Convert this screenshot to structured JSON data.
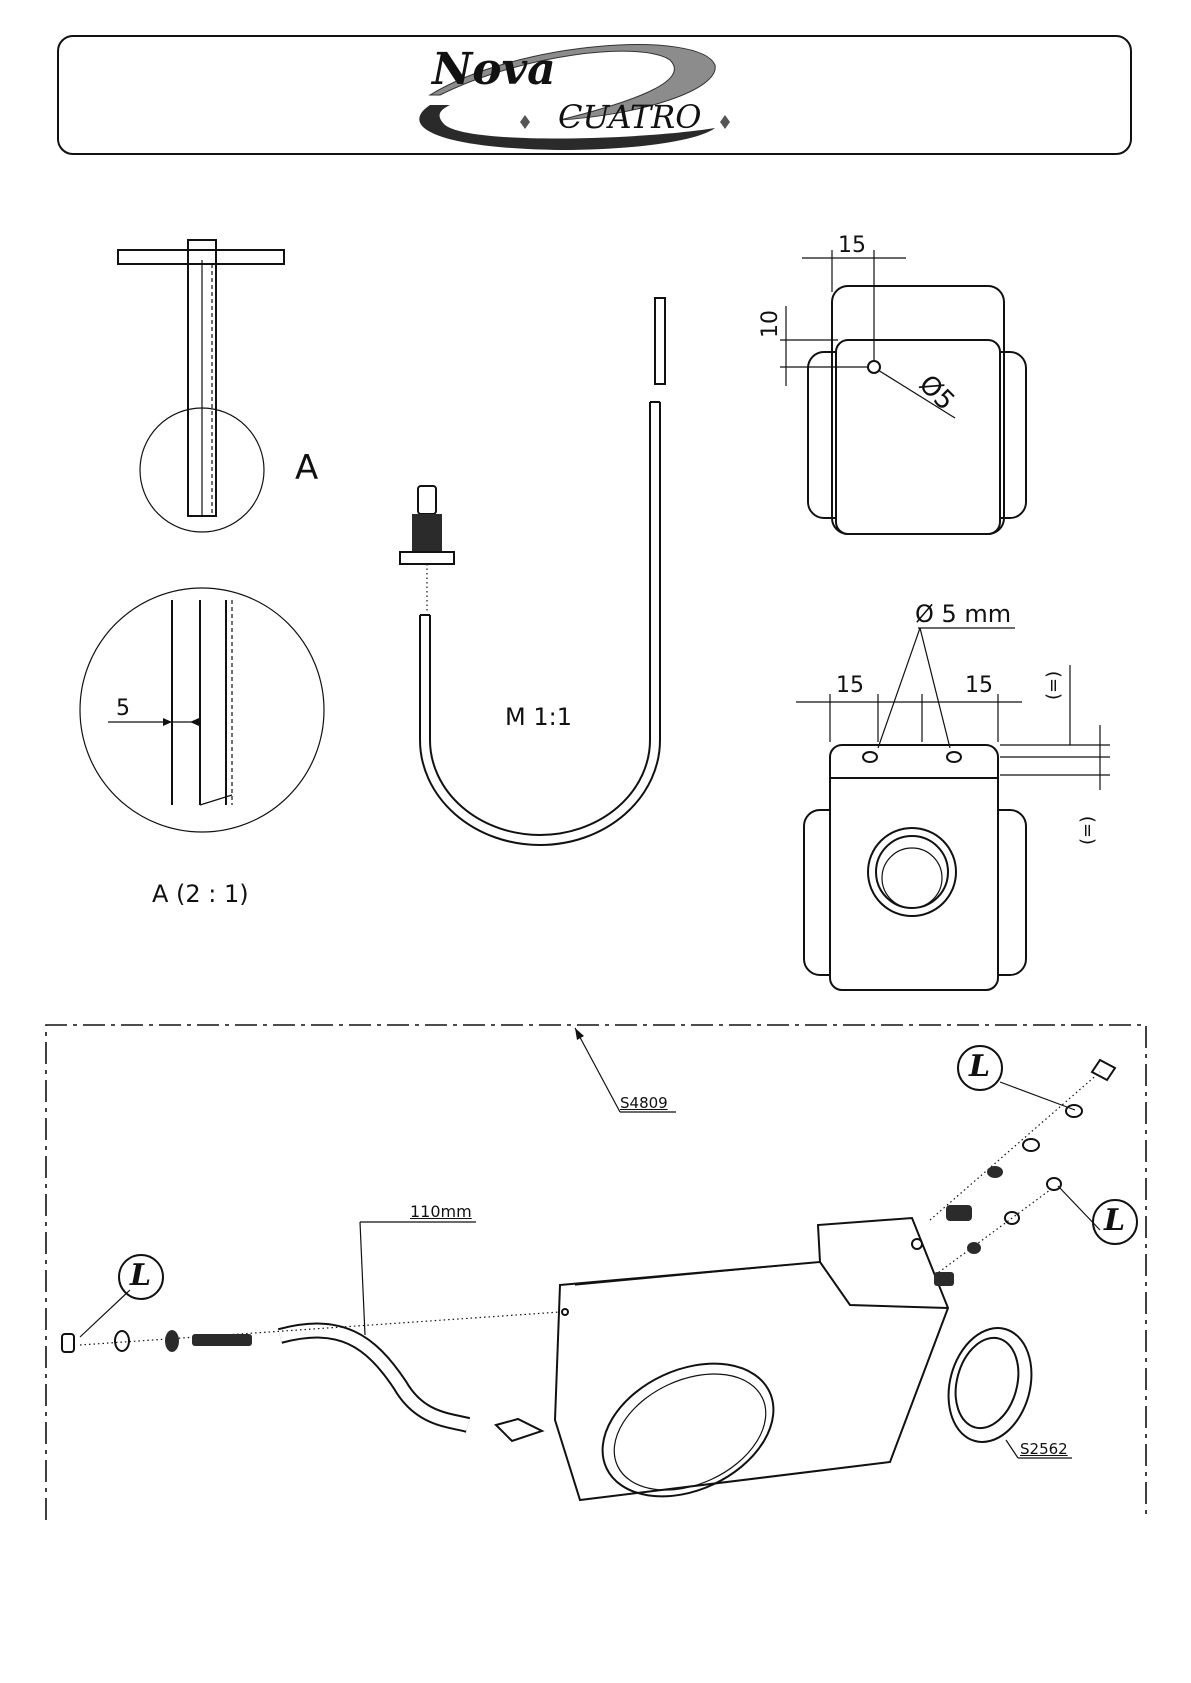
{
  "header": {
    "logo_word_1": "Nova",
    "logo_word_2": "CUATRO"
  },
  "details": {
    "section_label": "A",
    "detail_caption": "A (2 : 1)",
    "detail_dim": "5",
    "scale_label": "M 1:1"
  },
  "top_view": {
    "dim_horizontal": "15",
    "dim_vertical": "10",
    "hole_dia": "Ø5"
  },
  "front_view": {
    "hole_note": "Ø 5 mm",
    "dim_left": "15",
    "dim_right": "15",
    "dim_equal_top": "(=)",
    "dim_equal_bottom": "(=)"
  },
  "exploded": {
    "ref_frame": "S4809",
    "ref_hose": "110mm",
    "ref_cap": "S2562",
    "callout_L1": "L",
    "callout_L2": "L",
    "callout_L3": "L"
  }
}
